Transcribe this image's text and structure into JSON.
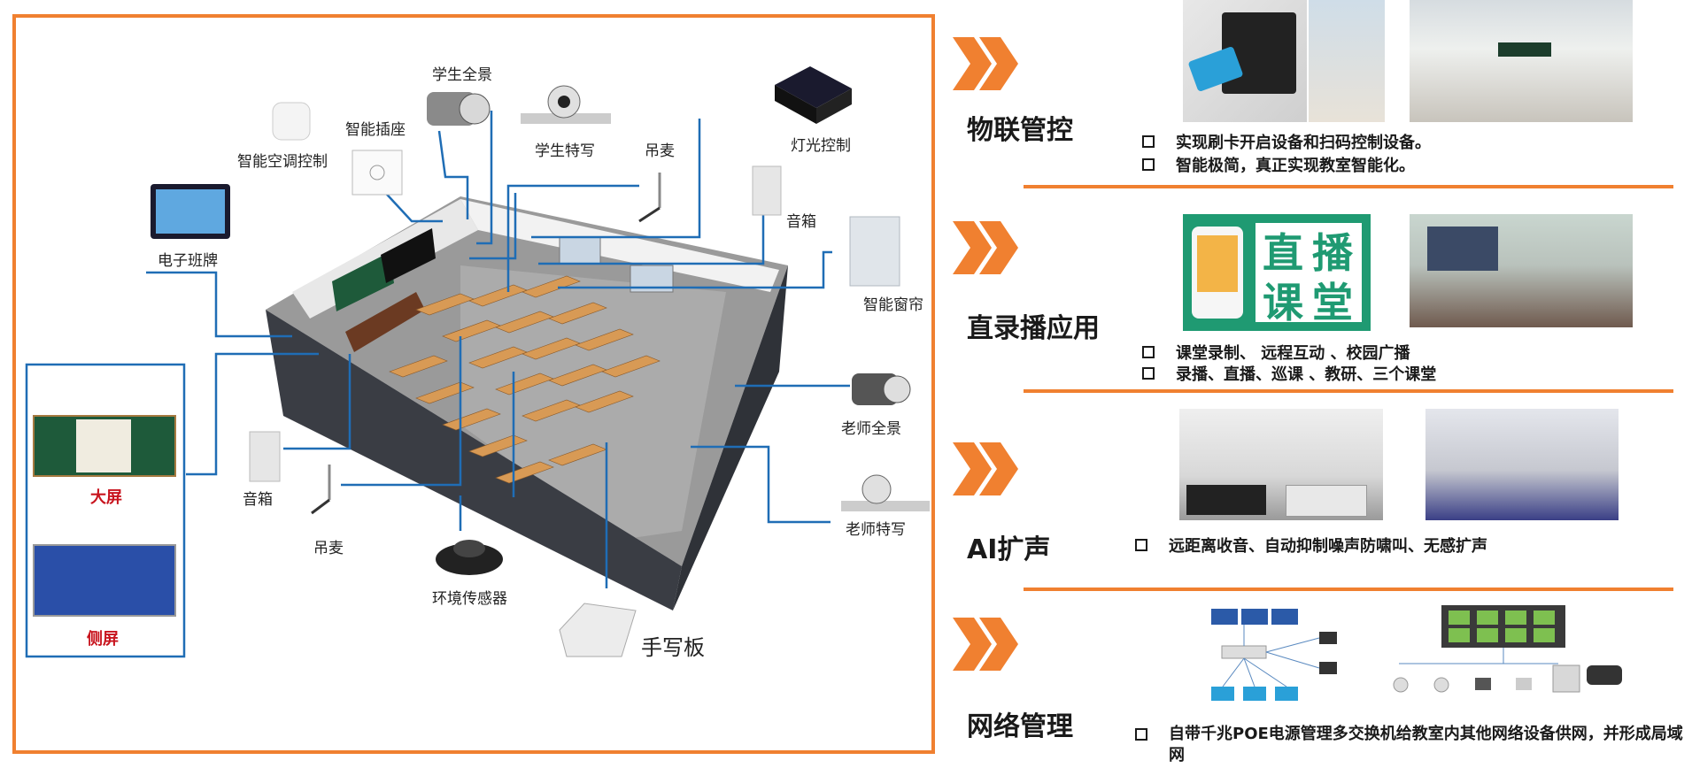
{
  "diagram": {
    "labels": {
      "student_panorama": "学生全景",
      "smart_socket": "智能插座",
      "smart_ac_control": "智能空调控制",
      "student_closeup": "学生特写",
      "hanging_mic_top": "吊麦",
      "light_control": "灯光控制",
      "speaker_right": "音箱",
      "electronic_board": "电子班牌",
      "smart_curtain": "智能窗帘",
      "teacher_panorama": "老师全景",
      "teacher_closeup": "老师特写",
      "speaker_left": "音箱",
      "hanging_mic_bottom": "吊麦",
      "env_sensor": "环境传感器",
      "tablet": "手写板",
      "big_screen": "大屏",
      "side_screen": "侧屏"
    }
  },
  "sections": [
    {
      "title": "物联管控",
      "bullets": [
        "实现刷卡开启设备和扫码控制设备。",
        "智能极简，真正实现教室智能化。"
      ]
    },
    {
      "title": "直录播应用",
      "bullets": [
        "课堂录制、 远程互动 、校园广播",
        "录播、直播、巡课 、教研、三个课堂"
      ],
      "badge": [
        "直",
        "播",
        "课",
        "堂"
      ]
    },
    {
      "title": "AI扩声",
      "bullets": [
        "远距离收音、自动抑制噪声防啸叫、无感扩声"
      ]
    },
    {
      "title": "网络管理",
      "bullets": [
        "自带千兆POE电源管理多交换机给教室内其他网络设备供网，并形成局域网"
      ]
    }
  ],
  "colors": {
    "accent": "#f08030",
    "line_blue": "#1f6db5",
    "board_green": "#1e5a3a"
  }
}
